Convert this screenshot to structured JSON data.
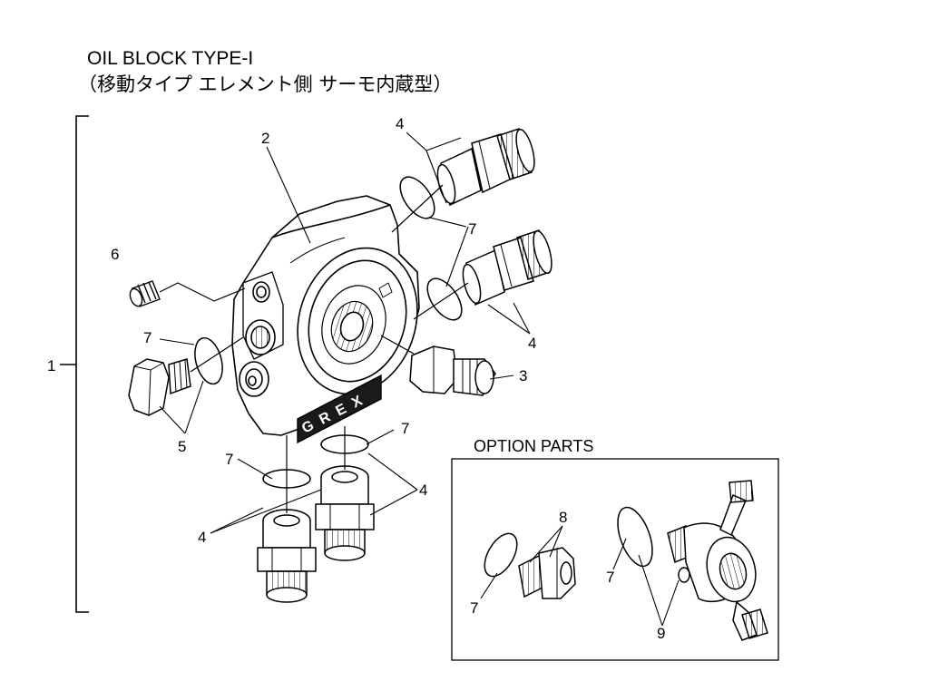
{
  "header": {
    "title": "OIL BLOCK TYPE-I",
    "subtitle": "（移動タイプ エレメント側 サーモ内蔵型）"
  },
  "option_box": {
    "title": "OPTION PARTS"
  },
  "body_logo": "GREX",
  "callouts": {
    "n1": "1",
    "n2": "2",
    "n3": "3",
    "n4a": "4",
    "n4b": "4",
    "n4c": "4",
    "n4d": "4",
    "n5": "5",
    "n6": "6",
    "n7a": "7",
    "n7b": "7",
    "n7c": "7",
    "n7d": "7",
    "n7e": "7",
    "n7f": "7",
    "n8": "8",
    "n9": "9"
  }
}
